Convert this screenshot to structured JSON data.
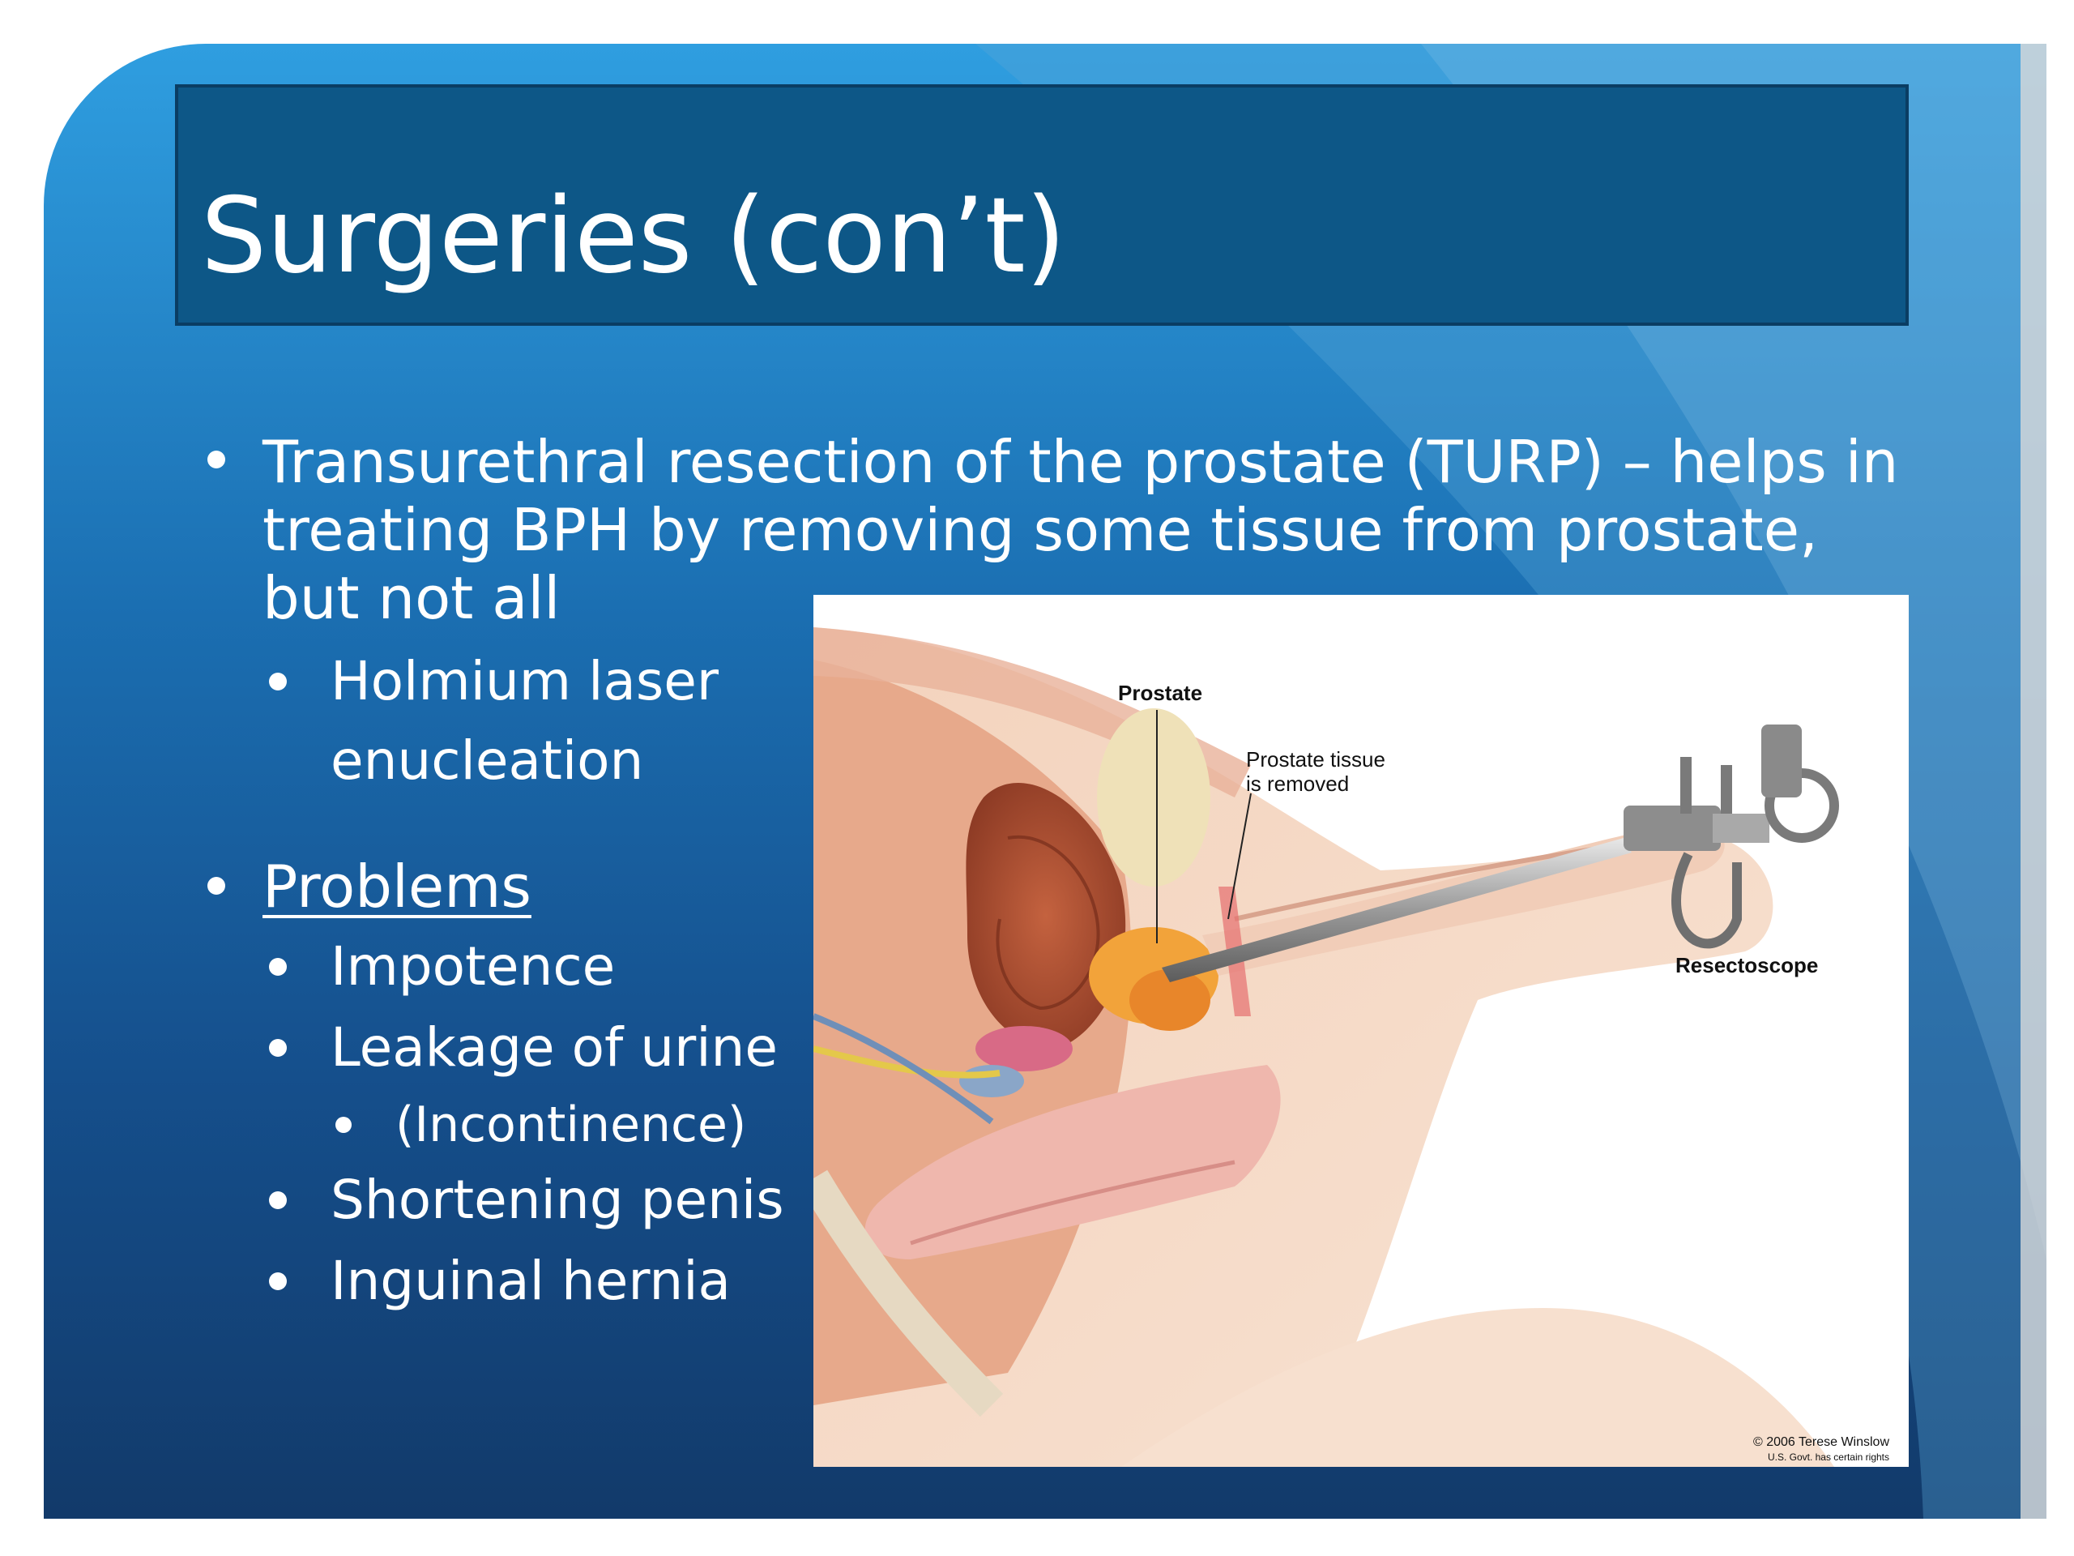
{
  "slide": {
    "title": "Surgeries (con’t)",
    "bullets": {
      "turp_line1": "Transurethral resection of the prostate (TURP) – helps in",
      "turp_line2": "treating BPH by removing some tissue from prostate,",
      "turp_line3": "but not all",
      "holmium_line1": "Holmium laser",
      "holmium_line2": "enucleation",
      "problems": "Problems",
      "impotence": "Impotence",
      "leakage": "Leakage of urine",
      "incontinence": "(Incontinence)",
      "shortening": "Shortening penis",
      "hernia": "Inguinal hernia"
    }
  },
  "figure": {
    "labels": {
      "prostate": "Prostate",
      "tissue_line1": "Prostate tissue",
      "tissue_line2": "is removed",
      "resectoscope": "Resectoscope",
      "credit_line1": "© 2006 Terese Winslow",
      "credit_line2": "U.S. Govt. has certain rights"
    }
  },
  "colors": {
    "slide_top": "#2f9ee0",
    "slide_bottom": "#123a6a",
    "title_bar": "#0d5787",
    "text": "#ffffff"
  }
}
